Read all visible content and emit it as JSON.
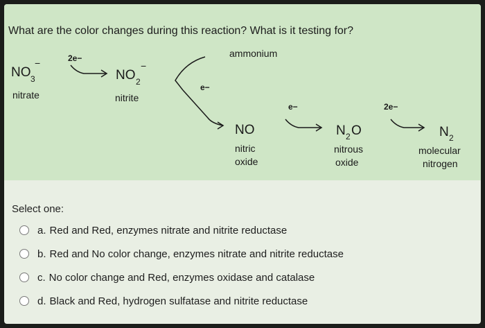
{
  "question": {
    "text": "What are the color changes during this reaction? What is it testing for?"
  },
  "diagram": {
    "ammonium": "ammonium",
    "nitrate": {
      "formula": "NO",
      "sub": "3",
      "charge": "−",
      "name": "nitrate"
    },
    "nitrite": {
      "formula": "NO",
      "sub": "2",
      "charge": "−",
      "name": "nitrite"
    },
    "nitric_oxide": {
      "formula": "NO",
      "name_line1": "nitric",
      "name_line2": "oxide"
    },
    "nitrous_oxide": {
      "formula": "N",
      "sub": "2",
      "formula_tail": "O",
      "name_line1": "nitrous",
      "name_line2": "oxide"
    },
    "nitrogen": {
      "formula": "N",
      "sub": "2",
      "name_line1": "molecular",
      "name_line2": "nitrogen"
    },
    "electrons": {
      "nitrate_to_nitrite": "2e−",
      "nitrite_to_ammonium": "e−",
      "no_to_n2o": "e−",
      "n2o_to_n2": "2e−"
    }
  },
  "answers": {
    "prompt": "Select one:",
    "options": [
      {
        "letter": "a.",
        "text": "Red and Red, enzymes nitrate and nitrite reductase"
      },
      {
        "letter": "b.",
        "text": "Red and No color change, enzymes nitrate and nitrite reductase"
      },
      {
        "letter": "c.",
        "text": "No color change and Red, enzymes oxidase and catalase"
      },
      {
        "letter": "d.",
        "text": "Black and Red, hydrogen sulfatase and nitrite reductase"
      }
    ]
  }
}
